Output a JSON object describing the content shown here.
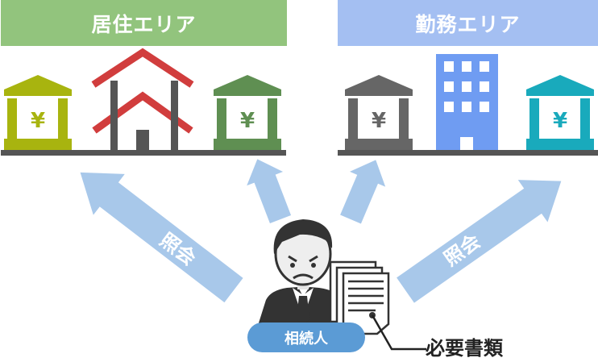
{
  "areas": {
    "residence": {
      "label": "居住エリア",
      "color": "#92c47d"
    },
    "work": {
      "label": "勤務エリア",
      "color": "#a4bff2"
    }
  },
  "banks": {
    "residence_left": {
      "symbol": "¥",
      "color": "#a8b40f"
    },
    "residence_right": {
      "symbol": "¥",
      "color": "#5f8f52"
    },
    "work_left": {
      "symbol": "¥",
      "color": "#666666"
    },
    "work_right": {
      "symbol": "¥",
      "color": "#19aabc"
    }
  },
  "house": {
    "roof_color": "#d13d3d",
    "body_color": "#555555"
  },
  "office": {
    "color": "#6f9cf2"
  },
  "arrows": {
    "color": "#a8c8ea",
    "left_label": "照会",
    "right_label": "照会"
  },
  "heir": {
    "label": "相続人",
    "badge_color": "#5b9bd5"
  },
  "documents": {
    "label": "必要書類"
  }
}
